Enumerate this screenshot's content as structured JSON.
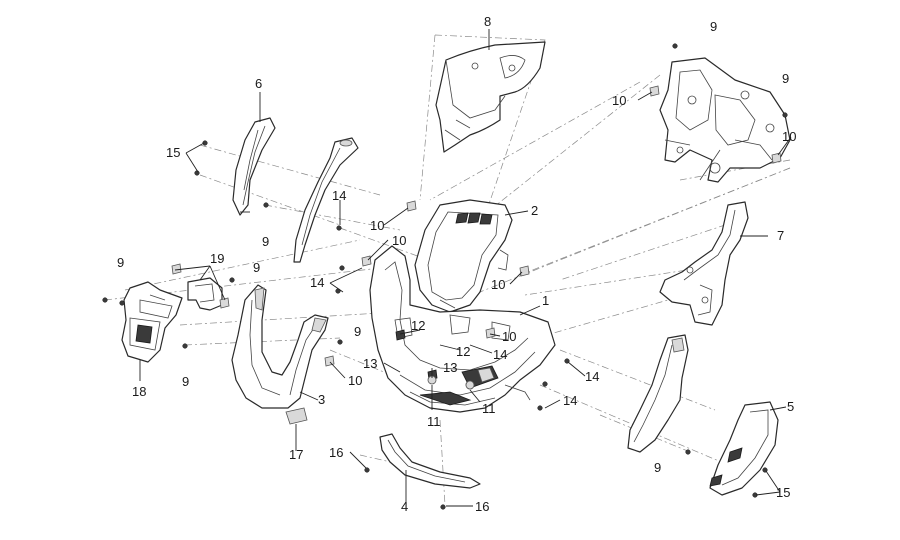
{
  "diagram": {
    "callouts": {
      "c1": "1",
      "c2": "2",
      "c3": "3",
      "c4": "4",
      "c5": "5",
      "c6": "6",
      "c7": "7",
      "c8": "8",
      "c9_a": "9",
      "c9_b": "9",
      "c9_c": "9",
      "c9_d": "9",
      "c9_e": "9",
      "c9_f": "9",
      "c9_g": "9",
      "c9_h": "9",
      "c10_a": "10",
      "c10_b": "10",
      "c10_c": "10",
      "c10_d": "10",
      "c10_e": "10",
      "c10_f": "10",
      "c10_g": "10",
      "c11_a": "11",
      "c11_b": "11",
      "c12_a": "12",
      "c12_b": "12",
      "c13_a": "13",
      "c13_b": "13",
      "c14_a": "14",
      "c14_b": "14",
      "c14_c": "14",
      "c14_d": "14",
      "c14_e": "14",
      "c15_a": "15",
      "c15_b": "15",
      "c16_a": "16",
      "c16_b": "16",
      "c17": "17",
      "c18": "18",
      "c19": "19"
    }
  }
}
